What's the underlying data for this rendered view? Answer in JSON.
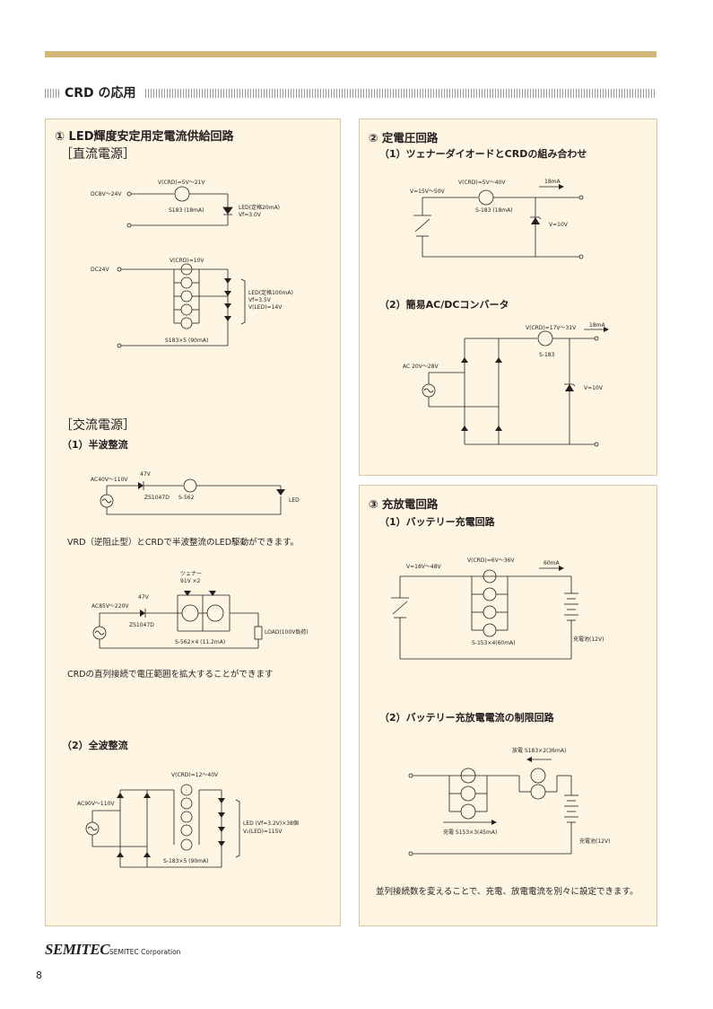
{
  "section": {
    "title": "CRD の応用"
  },
  "left": {
    "title1": "① LED輝度安定用定電流供給回路",
    "dc_title": "［直流電源］",
    "c1": {
      "v_in": "DC8V〜24V",
      "v_crd": "V(CRD)=5V〜21V",
      "part": "S183 (18mA)",
      "led1": "LED(定格20mA)",
      "led2": "Vf=3.0V"
    },
    "c2": {
      "v_in": "DC24V",
      "v_crd": "V(CRD)=10V",
      "part": "S183×5 (90mA)",
      "led1": "LED(定格100mA)",
      "led2": "Vf=3.5V",
      "led3": "V(LED)=14V"
    },
    "ac_title": "［交流電源］",
    "half_title": "（1）半波整流",
    "c3": {
      "v_in": "AC40V〜110V",
      "vrd": "47V",
      "diode": "ZS1047D",
      "part": "S-562",
      "led": "LED"
    },
    "note1": "VRD（逆阻止型）とCRDで半波整流のLED駆動ができます。",
    "c4": {
      "zener": "ツェナー",
      "zener_v": "91V ×2",
      "vrd": "47V",
      "v_in": "AC85V〜220V",
      "diode": "ZS1047D",
      "part": "S-562×4 (11.2mA)",
      "load": "LOAD(100V負荷)"
    },
    "note2": "CRDの直列接続で電圧範囲を拡大することができます",
    "full_title": "（2）全波整流",
    "c5": {
      "v_crd": "V(CRD)=12〜40V",
      "v_in": "AC90V〜110V",
      "led1": "LED (Vf=3.2V)×38個",
      "led2": "V₂(LED)=115V",
      "part": "S-183×5 (90mA)"
    }
  },
  "right_top": {
    "title": "② 定電圧回路",
    "sub1": "（1）ツェナーダイオードとCRDの組み合わせ",
    "c6": {
      "v_in": "V=15V〜50V",
      "v_crd": "V(CRD)=5V〜40V",
      "part": "S-183 (18mA)",
      "current": "18mA",
      "vz": "V=10V"
    },
    "sub2": "（2）簡易AC/DCコンバータ",
    "c7": {
      "v_crd": "V(CRD)=17V〜31V",
      "current": "18mA",
      "part": "S-183",
      "v_in": "AC 20V〜28V",
      "vz": "V=10V"
    }
  },
  "right_bottom": {
    "title": "③ 充放電回路",
    "sub1": "（1）バッテリー充電回路",
    "c8": {
      "v_in": "V=18V〜48V",
      "v_crd": "V(CRD)=6V〜36V",
      "current": "60mA",
      "part": "S-153×4(60mA)",
      "battery": "充電池(12V)"
    },
    "sub2": "（2）バッテリー充放電電流の制限回路",
    "c9": {
      "discharge": "放電 S183×2(36mA)",
      "charge": "充電 S153×3(45mA)",
      "battery": "充電池(12V)"
    },
    "note": "並列接続数を変えることで、充電、放電電流を別々に設定できます。"
  },
  "footer": {
    "logo": "SEMITEC",
    "corp": "SEMITEC Corporation",
    "page": "8"
  },
  "colors": {
    "accent_bar": "#d2b677",
    "panel_bg": "#fdf4e2",
    "panel_border": "#d9c6a3"
  }
}
